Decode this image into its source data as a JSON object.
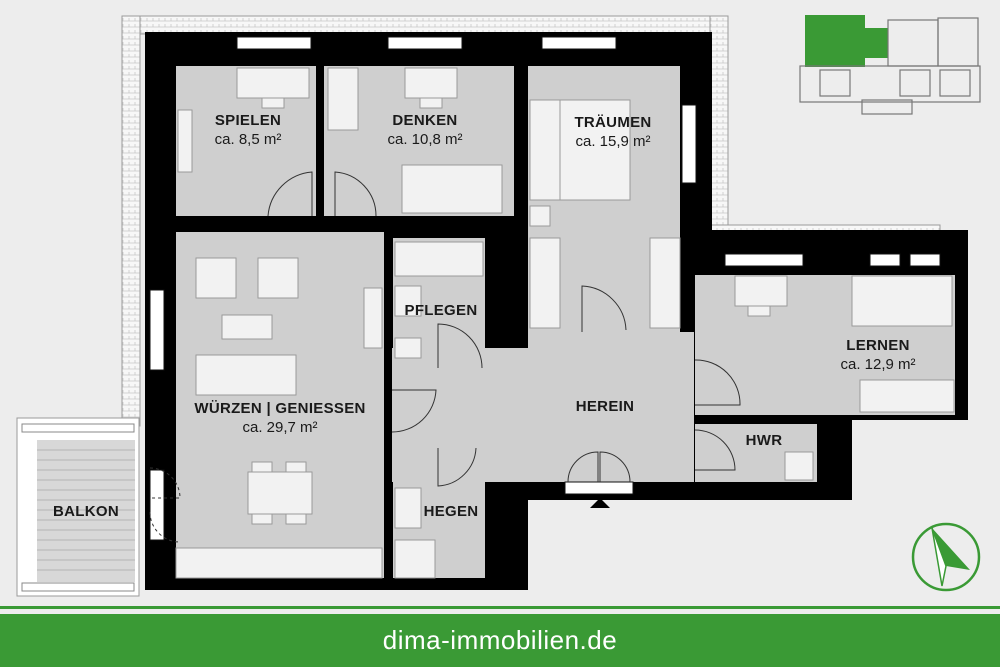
{
  "rooms": {
    "spielen": {
      "name": "SPIELEN",
      "area": "ca. 8,5 m²"
    },
    "denken": {
      "name": "DENKEN",
      "area": "ca. 10,8 m²"
    },
    "traeumen": {
      "name": "TRÄUMEN",
      "area": "ca. 15,9 m²"
    },
    "pflegen": {
      "name": "PFLEGEN"
    },
    "lernen": {
      "name": "LERNEN",
      "area": "ca. 12,9 m²"
    },
    "wuerzen": {
      "name": "WÜRZEN | GENIESSEN",
      "area": "ca. 29,7 m²"
    },
    "herein": {
      "name": "HEREIN"
    },
    "hwr": {
      "name": "HWR"
    },
    "hegen": {
      "name": "HEGEN"
    },
    "balkon": {
      "name": "BALKON"
    }
  },
  "footer": {
    "website": "dima-immobilien.de"
  },
  "colors": {
    "wall": "#000000",
    "floor": "#cfcfcf",
    "terrace": "#ffffff",
    "background": "#ededed",
    "brand_green": "#3a9a35"
  },
  "icons": {
    "compass": "north-arrow-icon",
    "keyplan": "building-keyplan-icon"
  }
}
